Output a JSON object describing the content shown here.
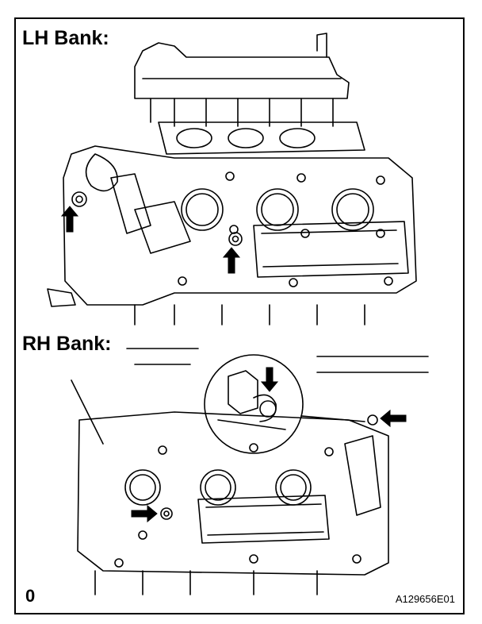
{
  "panels": {
    "lh": {
      "label": "LH Bank:"
    },
    "rh": {
      "label": "RH Bank:"
    }
  },
  "figure": {
    "marker": "0",
    "code": "A129656E01"
  },
  "colors": {
    "line": "#000000",
    "background": "#ffffff"
  },
  "icons": [
    "arrow-indicator-icon",
    "zoom-callout-circle"
  ]
}
